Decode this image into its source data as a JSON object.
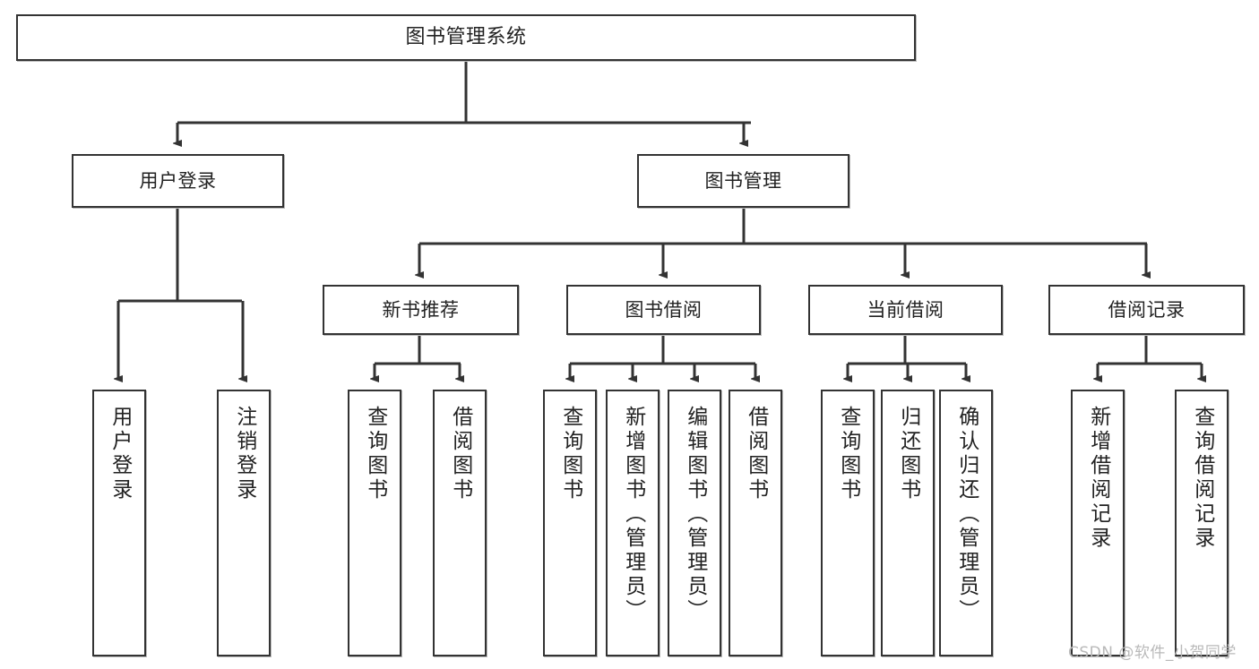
{
  "diagram": {
    "title": "图书管理系统",
    "type": "tree-hierarchy-chart",
    "line_color": "#333333",
    "box_fill": "#ffffff",
    "text_color": "#222222",
    "background": "#ffffff"
  },
  "nodes": {
    "root": {
      "label": "图书管理系统"
    },
    "level2": [
      {
        "label": "用户登录"
      },
      {
        "label": "图书管理"
      }
    ],
    "level3": [
      {
        "label": "新书推荐"
      },
      {
        "label": "图书借阅"
      },
      {
        "label": "当前借阅"
      },
      {
        "label": "借阅记录"
      }
    ],
    "leaves": {
      "user_login": [
        {
          "label": "用户登录"
        },
        {
          "label": "注销登录"
        }
      ],
      "new_book_recommend": [
        {
          "label": "查询图书"
        },
        {
          "label": "借阅图书"
        }
      ],
      "book_borrow": [
        {
          "label": "查询图书"
        },
        {
          "label": "新增图书（管理员）"
        },
        {
          "label": "编辑图书（管理员）"
        },
        {
          "label": "借阅图书"
        }
      ],
      "current_borrow": [
        {
          "label": "查询图书"
        },
        {
          "label": "归还图书"
        },
        {
          "label": "确认归还（管理员）"
        }
      ],
      "borrow_record": [
        {
          "label": "新增借阅记录"
        },
        {
          "label": "查询借阅记录"
        }
      ]
    }
  },
  "watermark": {
    "text": "CSDN @软件_小贺同学"
  }
}
